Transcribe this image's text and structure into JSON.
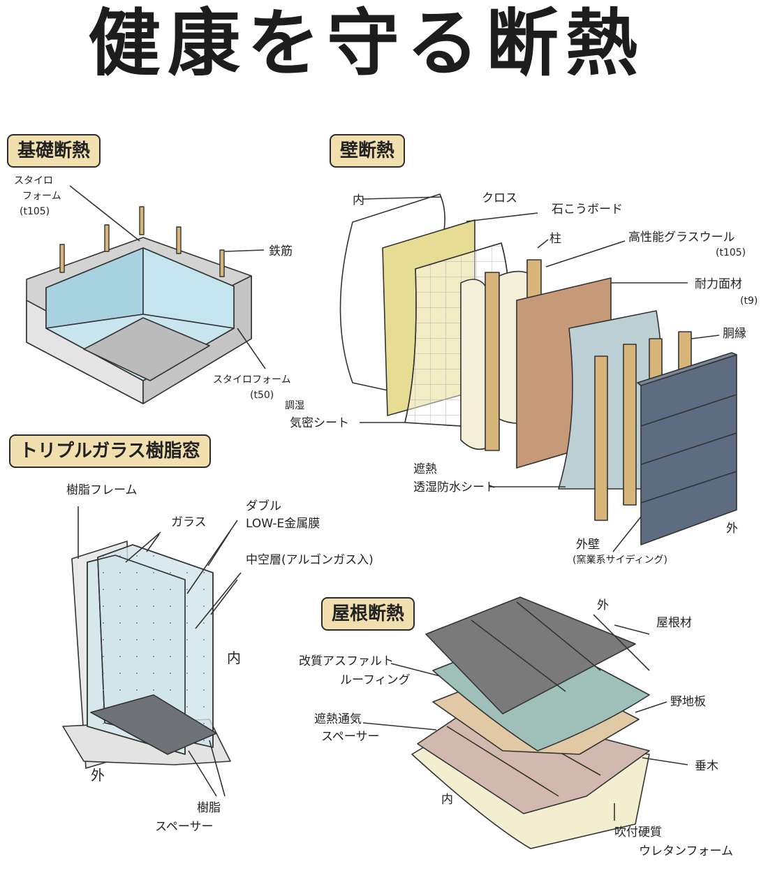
{
  "title": "健康を守る断熱",
  "sections": {
    "foundation": {
      "tag": "基礎断熱",
      "labels": {
        "styro_top": "スタイロ",
        "styro_top2": "フォーム",
        "styro_top_t": "(t105)",
        "rebar": "鉄筋",
        "styro_bottom": "スタイロフォーム",
        "styro_bottom_t": "(t50)"
      }
    },
    "wall": {
      "tag": "壁断熱",
      "labels": {
        "inside": "内",
        "cloth": "クロス",
        "plasterboard": "石こうボード",
        "pillar": "柱",
        "glasswool": "高性能グラスウール",
        "glasswool_t": "(t105)",
        "bearing_panel": "耐力面材",
        "bearing_panel_t": "(t9)",
        "furring": "胴縁",
        "humidity_sheet1": "調湿",
        "humidity_sheet2": "気密シート",
        "waterproof1": "遮熱",
        "waterproof2": "透湿防水シート",
        "outside": "外",
        "siding1": "外壁",
        "siding2": "(窯業系サイディング)"
      }
    },
    "window": {
      "tag": "トリプルガラス樹脂窓",
      "labels": {
        "frame": "樹脂フレーム",
        "glass": "ガラス",
        "lowe1": "ダブル",
        "lowe2": "LOW-E金属膜",
        "hollow": "中空層(アルゴンガス入)",
        "inside": "内",
        "outside": "外",
        "spacer1": "樹脂",
        "spacer2": "スペーサー"
      }
    },
    "roof": {
      "tag": "屋根断熱",
      "labels": {
        "outside": "外",
        "roofing": "屋根材",
        "asphalt1": "改質アスファルト",
        "asphalt2": "ルーフィング",
        "sheathing": "野地板",
        "spacer1": "遮熱通気",
        "spacer2": "スペーサー",
        "rafter": "垂木",
        "inside": "内",
        "urethane1": "吹付硬質",
        "urethane2": "ウレタンフォーム"
      }
    }
  },
  "colors": {
    "tag_bg": "#f1dfb0",
    "foam_blue": "#b9dde8",
    "concrete": "#d9d9d9",
    "board_yellow": "#e6dc94",
    "panel_brown": "#c69a78",
    "sheet_blue": "#bccfd4",
    "siding_navy": "#5d6c80",
    "roof_dark": "#7a7a7a",
    "roof_sheet": "#9ec0b8",
    "sheathing": "#e0c9a4",
    "urethane": "#f3eed0",
    "wood": "#d8b57a"
  }
}
